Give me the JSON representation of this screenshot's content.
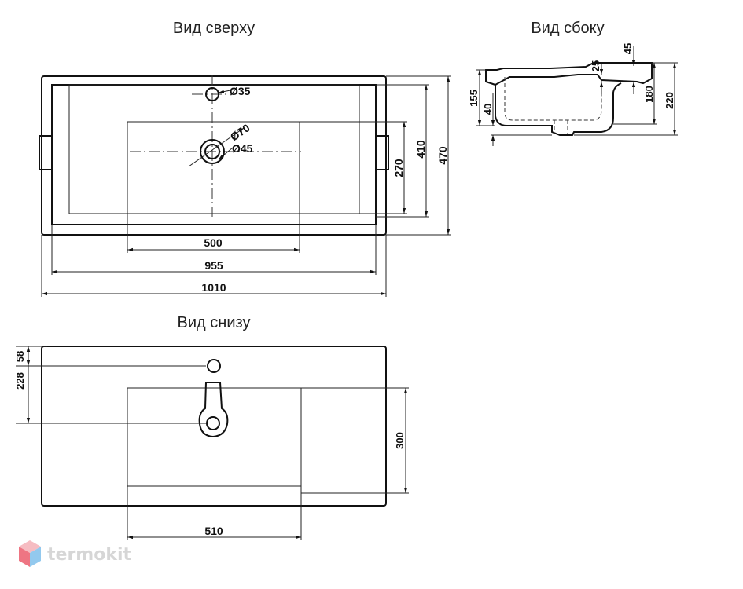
{
  "views": {
    "top": "Вид сверху",
    "side": "Вид сбоку",
    "bottom": "Вид снизу"
  },
  "top_dims": {
    "hole_small": "Ø35",
    "hole_outer": "Ø70",
    "hole_inner": "Ø45",
    "w_bowl": "500",
    "w_inner": "955",
    "w_total": "1010",
    "h_bowl": "270",
    "h_inner": "410",
    "h_total": "470"
  },
  "side_dims": {
    "d45": "45",
    "d25": "25",
    "d155": "155",
    "d40": "40",
    "d180": "180",
    "d220": "220"
  },
  "bottom_dims": {
    "d58": "58",
    "d228": "228",
    "d300": "300",
    "d510": "510"
  },
  "brand": {
    "name": "termokit",
    "colors": [
      "#e9485a",
      "#6fb7e9",
      "#f3a6ae",
      "#c9c9c9"
    ]
  }
}
